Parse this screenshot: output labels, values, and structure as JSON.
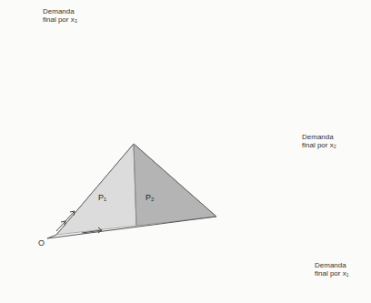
{
  "diagram": {
    "labels": [
      "Demanda final por x₃",
      "Demanda final por x₂",
      "Demanda final por x₁",
      "O",
      "P₁",
      "P₂"
    ]
  }
}
